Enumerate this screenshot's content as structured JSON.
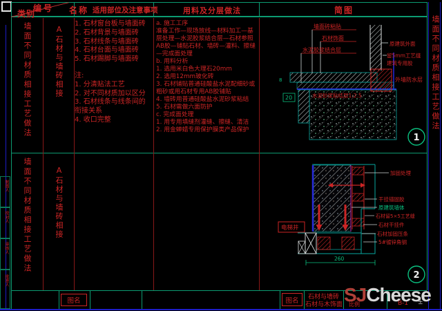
{
  "header": {
    "corner_top": "编号",
    "corner_bottom": "类别",
    "col_name": "名称",
    "col_usage": "适用部位及注意事项",
    "col_material": "用料及分层做法",
    "col_diagram": "简图"
  },
  "rows": [
    {
      "category": "墙面不同材质相接工艺做法",
      "name": "A石材与墙砖相接",
      "notes": [
        "1. 石材窗台板与墙面砖",
        "2. 石材背景与墙面砖",
        "3. 石材线条与墙面砖",
        "4. 石材台面与墙面砖",
        "5. 石材踢脚与墙面砖",
        "",
        "注:",
        "1. 分清贴法工艺",
        "2. 对不同材质加以区分",
        "3. 石材线条与线条间的衔接关系",
        "4. 收口完整"
      ],
      "materials": [
        "a. 施工工序",
        "准备工作—现场放线—材料加工—基层处理—水泥胶浆结合层—石材参照AB胶—铺贴石材、墙砖—灌料、擦缝—完成面处理",
        "b. 用料分析",
        "1. 选用米白色大理石20mm",
        "2. 选用12mm玻化砖",
        "3. 石材铺贴普通硅酸盐水泥配细砂或粗砂或用石材专用AB胶铺贴",
        "4. 墙砖用普通硅酸盐水泥砂浆粘结",
        "5. 石材需做六面防护",
        "c. 完成面处理",
        "1. 用专用填缝剂灌缝、擦缝、清洁",
        "2. 用金蝉蜡专用保护膜类产品保护"
      ]
    },
    {
      "category": "墙面不同材质相接工艺做法",
      "name": "A石材与墙砖相接"
    }
  ],
  "diagram1": {
    "badge": "1",
    "label_wall_tile": "墙面砖粘贴",
    "label_stone_finish": "石材饰面",
    "label_cement_layer": "水泥胶浆结合层",
    "label_orig_wall": "原建筑外面",
    "label_gap": "留5mm工艺缝",
    "label_glue": "建筑专用胶",
    "label_waterproof": "外墙防水层",
    "label_inner": "水泥砂浆粘结层1:2.5",
    "dim_20": "20",
    "dim_8": "8"
  },
  "diagram2": {
    "badge": "2",
    "label_reinforce": "加固处理",
    "label_anchor": "干挂锚固胶",
    "label_orig_wall": "原建筑墙体",
    "label_gap": "石材留5×5工艺缝",
    "label_hanger": "石材干挂件",
    "label_clamp": "石材加固压条",
    "label_steel": "5#镀锌角钢",
    "label_shaft": "电梯井",
    "dim_260": "260"
  },
  "titleblock": {
    "left_label": "图名",
    "label": "图名",
    "name_line1": "石材与墙砖",
    "name_line2": "石材与木饰面",
    "scale_label": "比例",
    "sheet_no": "B-1",
    "tolerance": "±",
    "watermark_sj": "SJ",
    "watermark_rest": "Cheese"
  },
  "margin": {
    "side_cells": [
      "制图人",
      "校对人",
      "审核人",
      "批准人"
    ],
    "right_text": "墙面不同材质相接工艺做法"
  },
  "colors": {
    "red": "#cc2525",
    "green": "#0c9b72",
    "teal": "#09a8a0",
    "blue": "#2828d8",
    "dim_green": "#0bbf7f",
    "magenta": "#b22cb2",
    "white": "#dfe3e3"
  }
}
